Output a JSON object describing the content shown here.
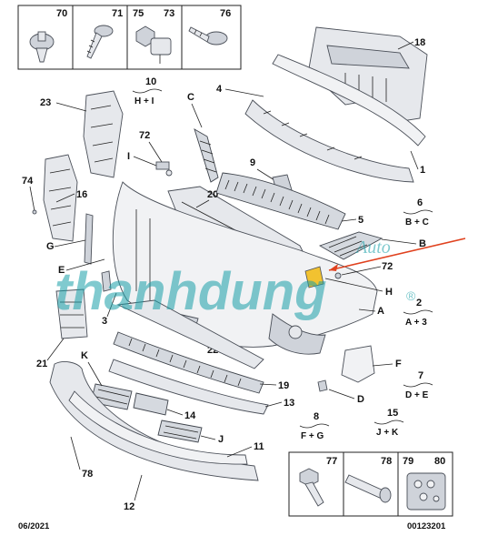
{
  "title_block": {
    "date": "06/2021",
    "reference": "00123201"
  },
  "fastener_box_top": [
    {
      "label": "70",
      "icon": "push-pin-clip-icon"
    },
    {
      "label": "71",
      "icon": "flange-screw-icon"
    },
    {
      "label": "75",
      "icon": "nut-icon"
    },
    {
      "label": "73",
      "icon": "clip-icon"
    },
    {
      "label": "76",
      "icon": "washer-screw-icon"
    }
  ],
  "fastener_box_bottom": [
    {
      "label": "77",
      "icon": "hex-bolt-icon"
    },
    {
      "label": "78",
      "icon": "pin-icon"
    },
    {
      "label": "79",
      "icon": "fastener-kit-icon"
    },
    {
      "label": "80",
      "icon": "fastener-kit-icon"
    }
  ],
  "part_labels": {
    "p18": "18",
    "p1": "1",
    "p4": "4",
    "p10": "10",
    "p10_sub": "H + I",
    "pC": "C",
    "p23": "23",
    "p72a": "72",
    "pI": "I",
    "p9": "9",
    "p20": "20",
    "p74": "74",
    "p16": "16",
    "p6": "6",
    "p6_sub": "B + C",
    "p5": "5",
    "pB": "B",
    "pG": "G",
    "pE": "E",
    "p72b": "72",
    "pH": "H",
    "p2": "2",
    "p2_sub": "A + 3",
    "pA": "A",
    "p3": "3",
    "p22": "22",
    "p21": "21",
    "pK": "K",
    "pF": "F",
    "p7": "7",
    "p7_sub": "D + E",
    "p19": "19",
    "p13": "13",
    "pD": "D",
    "p14": "14",
    "pJ": "J",
    "p8": "8",
    "p8_sub": "F + G",
    "p15": "15",
    "p15_sub": "J + K",
    "p11": "11",
    "p78": "78",
    "p12": "12"
  },
  "watermark": {
    "text": "thanhdung",
    "sub": "Auto",
    "mark": "®"
  },
  "colors": {
    "watermark": "#1aa0a8",
    "arrow": "#e0421f",
    "highlight": "#f2c230"
  }
}
